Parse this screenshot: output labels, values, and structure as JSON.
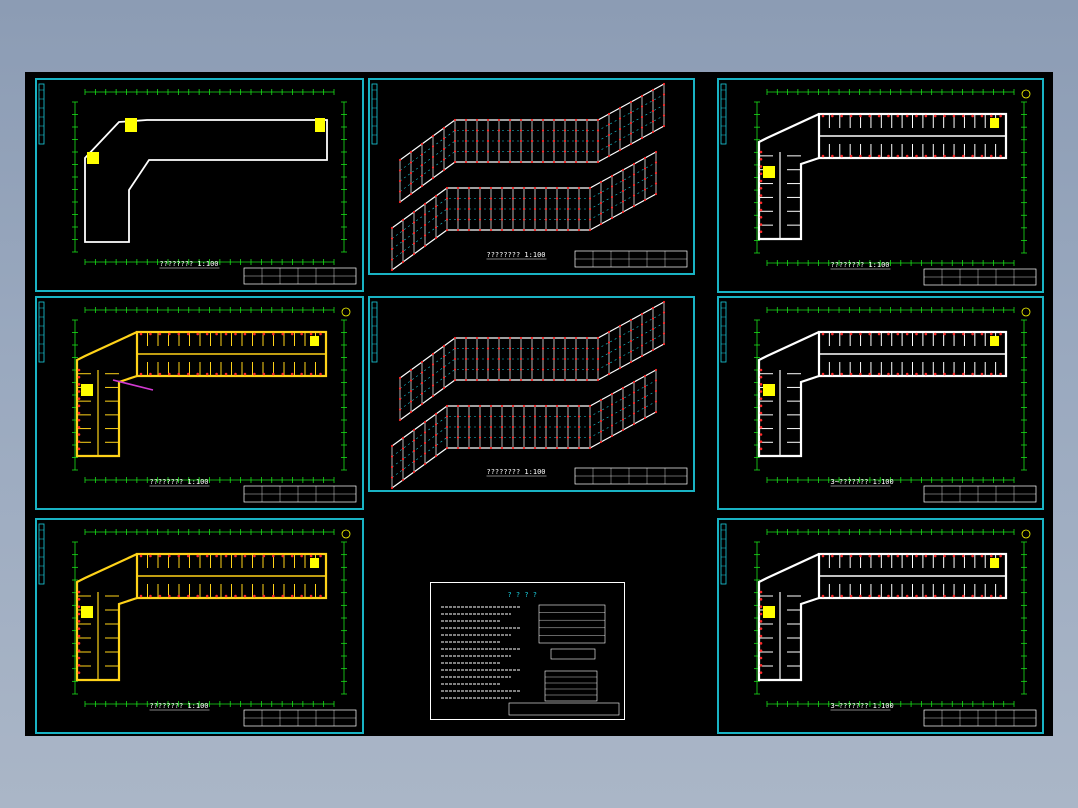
{
  "viewer": {
    "background": "#8c9cb4",
    "canvas_color": "#000000",
    "frame_color": "#19b3c4"
  },
  "colors": {
    "grid": "#19e019",
    "wall": "#ffffff",
    "wall_highlight": "#ffd319",
    "marker": "#ff2a2a",
    "accent_cyan": "#19d0e0",
    "yellow_fill": "#ffff00",
    "magenta": "#d23ad2"
  },
  "sheets": [
    {
      "id": "sheet-1",
      "kind": "site-plan",
      "title": "???????? 1:100",
      "scale": "1:100"
    },
    {
      "id": "sheet-2",
      "kind": "elevation",
      "title": "???????? 1:100",
      "scale": "1:100"
    },
    {
      "id": "sheet-3",
      "kind": "floor-plan",
      "title": "???????? 1:100",
      "scale": "1:100"
    },
    {
      "id": "sheet-4",
      "kind": "floor-plan",
      "title": "???????? 1:100",
      "scale": "1:100"
    },
    {
      "id": "sheet-5",
      "kind": "elevation",
      "title": "???????? 1:100",
      "scale": "1:100"
    },
    {
      "id": "sheet-6",
      "kind": "floor-plan",
      "title": "3~??????? 1:100",
      "scale": "1:100"
    },
    {
      "id": "sheet-7",
      "kind": "floor-plan",
      "title": "???????? 1:100",
      "scale": "1:100"
    },
    {
      "id": "sheet-8",
      "kind": "notes",
      "title": "? ? ? ?",
      "scale": ""
    },
    {
      "id": "sheet-9",
      "kind": "floor-plan",
      "title": "3~??????? 1:100",
      "scale": "1:100"
    }
  ]
}
